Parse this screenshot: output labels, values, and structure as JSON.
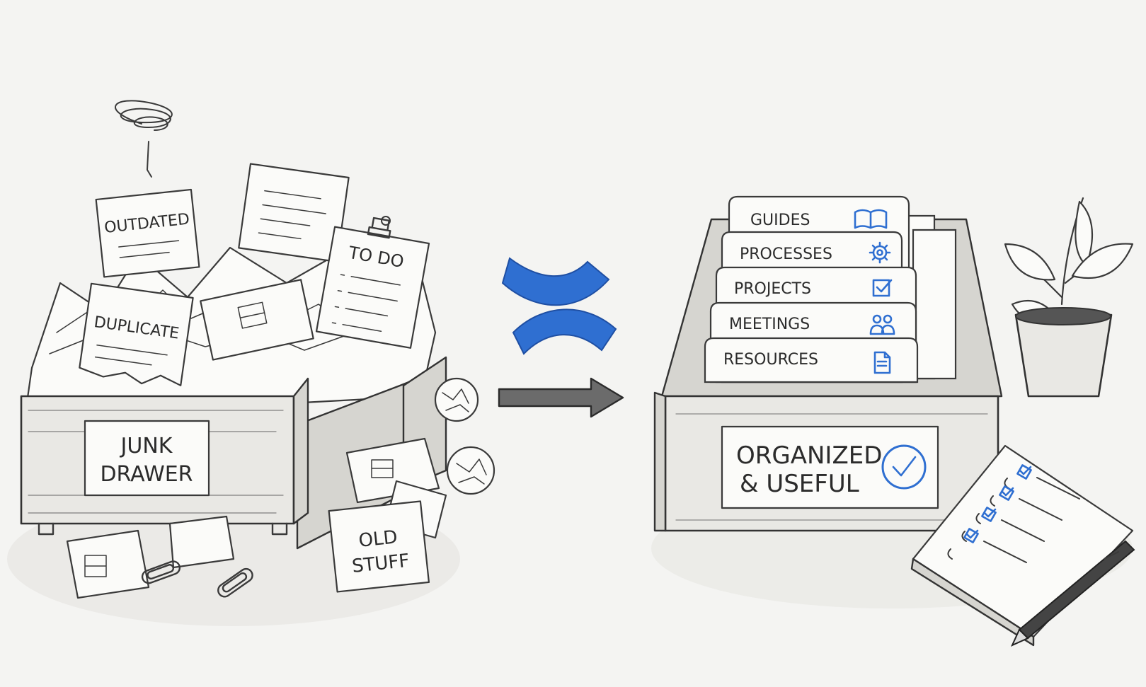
{
  "left": {
    "box_label_line1": "JUNK",
    "box_label_line2": "DRAWER",
    "notes": {
      "outdated": "OUTDATED",
      "duplicate": "DUPLICATE",
      "todo": "TO DO",
      "old_stuff_line1": "OLD",
      "old_stuff_line2": "STUFF"
    }
  },
  "right": {
    "box_label_line1": "ORGANIZED",
    "box_label_line2": "& USEFUL",
    "tabs": [
      {
        "label": "GUIDES",
        "icon": "book-icon"
      },
      {
        "label": "PROCESSES",
        "icon": "gear-icon"
      },
      {
        "label": "PROJECTS",
        "icon": "checkbox-icon"
      },
      {
        "label": "MEETINGS",
        "icon": "people-icon"
      },
      {
        "label": "RESOURCES",
        "icon": "document-icon"
      }
    ]
  },
  "colors": {
    "accent": "#2f6fd1",
    "ink": "#333333",
    "background": "#f4f4f2"
  }
}
